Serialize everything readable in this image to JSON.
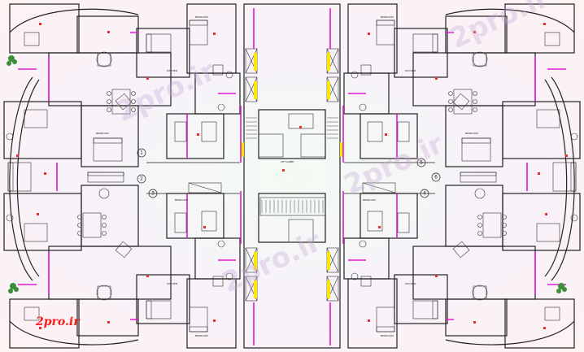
{
  "brand": {
    "text": "2pro.ir"
  },
  "watermark": {
    "text": "2pro.ir"
  },
  "grid_markers": [
    "1",
    "2",
    "3",
    "5",
    "6",
    "4"
  ],
  "rooms": {
    "bedroom_labels": [
      "BEDROOM",
      "BEDROOM",
      "BEDROOM",
      "BEDROOM",
      "BEDROOM",
      "BEDROOM",
      "BEDROOM",
      "BEDROOM"
    ],
    "living_labels": [
      "KITCHEN",
      "KITCHEN",
      "KITCHEN",
      "KITCHEN"
    ],
    "common": "LIFT LOBBY"
  },
  "colors": {
    "walls": "#222222",
    "partitions": "#e01ad0",
    "shafts": "#ffe600",
    "annotations": "#e53030",
    "brand": "#ff1a1a",
    "background": "#fbf5f8"
  }
}
